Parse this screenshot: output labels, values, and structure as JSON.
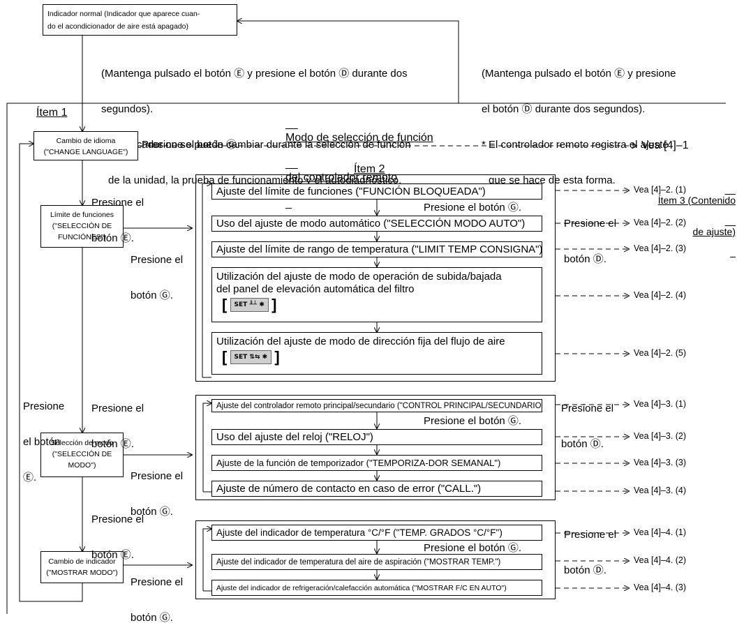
{
  "normal_indicator": {
    "line1": "Indicador normal (Indicador que aparece cuan-",
    "line2": "do el acondicionador de aire está apagado)"
  },
  "note_left": {
    "line1": "(Mantenga pulsado el botón Ⓔ y presione el botón Ⓓ durante dos",
    "line2": "segundos).",
    "line3": "* El indicador no se puede cambiar durante la selección de función",
    "line4": "de la unidad, la prueba de funcionamiento y el autodiagnóstico."
  },
  "note_right": {
    "line1": "(Mantenga pulsado el botón Ⓔ y presione",
    "line2": "el botón Ⓓ durante dos segundos).",
    "line3": "* El controlador remoto registra el ajuste",
    "line4": "que se hace de esta forma."
  },
  "item1_label": "Ítem 1",
  "mode_title": {
    "line1": "Modo de selección de función",
    "line2": "del controlador remoto"
  },
  "item2_label": "Ítem 2",
  "item3_label": {
    "line1": "Ítem 3 (Contenido",
    "line2": "de ajuste)"
  },
  "left_boxes": {
    "language": {
      "line1": "Cambio de idioma",
      "line2": "(\"CHANGE LANGUAGE\")"
    },
    "function_limit": {
      "line1": "Límite de funciones",
      "line2": "(\"SELECCIÓN DE",
      "line3": "FUNCIÓNES\")"
    },
    "mode_select": {
      "line1": "Selección de modo",
      "line2": "(\"SELECCIÓN DE",
      "line3": "MODO\")"
    },
    "indicator_change": {
      "line1": "Cambio de indicador",
      "line2": "(\"MOSTRAR MODO\")"
    }
  },
  "press_labels": {
    "g_top": "Presione el botón Ⓖ.",
    "e1_l1": "Presione el",
    "e1_l2": "botón Ⓔ.",
    "g1_l1": "Presione el",
    "g1_l2": "botón Ⓖ.",
    "e_left_l1": "Presione",
    "e_left_l2": "el botón",
    "e_left_l3": "Ⓔ.",
    "e2_l1": "Presione el",
    "e2_l2": "botón Ⓔ.",
    "g2_l1": "Presione el",
    "g2_l2": "botón Ⓖ.",
    "e3_l1": "Presione el",
    "e3_l2": "botón Ⓔ.",
    "g3_l1": "Presione el",
    "g3_l2": "botón Ⓖ.",
    "g_inner1": "Presione el botón Ⓖ.",
    "g_inner2": "Presione el botón Ⓖ.",
    "g_inner3": "Presione el botón Ⓖ.",
    "d1_l1": "Presione el",
    "d1_l2": "botón Ⓓ.",
    "d2_l1": "Presione el",
    "d2_l2": "botón Ⓓ.",
    "d3_l1": "Presione el",
    "d3_l2": "botón Ⓓ."
  },
  "group1": {
    "items": [
      "Ajuste del límite de funciones (\"FUNCIÓN BLOQUEADA\")",
      "Uso del ajuste de modo automático (\"SELECCIÓN MODO AUTO\")",
      "Ajuste del límite de rango de temperatura (\"LIMIT TEMP CONSIGNA\")",
      "Utilización del ajuste de modo de operación de subida/bajada",
      "del panel de elevación automática del filtro",
      "Utilización del ajuste de modo de dirección fija del flujo de aire"
    ],
    "icon1": "SET ╨┴ ✱",
    "icon2": "SET ⇅⇆ ✱"
  },
  "group2": {
    "items": [
      "Ajuste del controlador remoto principal/secundario (\"CONTROL PRINCIPAL/SECUNDARIO\")",
      "Uso del ajuste del reloj (\"RELOJ\")",
      "Ajuste de la función de temporizador (\"TEMPORIZA-DOR SEMANAL\")",
      "Ajuste de número de contacto en caso de error (\"CALL.\")"
    ]
  },
  "group3": {
    "items": [
      "Ajuste del indicador de temperatura °C/°F (\"TEMP. GRADOS °C/°F\")",
      "Ajuste del indicador de temperatura del aire de aspiración (\"MOSTRAR TEMP.\")",
      "Ajuste del indicador de refrigeración/calefacción automática (\"MOSTRAR F/C EN AUTO\")"
    ]
  },
  "refs": {
    "r41": "Vea [4]–1",
    "r421": "Vea [4]–2. (1)",
    "r422": "Vea [4]–2. (2)",
    "r423": "Vea [4]–2. (3)",
    "r424": "Vea [4]–2. (4)",
    "r425": "Vea [4]–2. (5)",
    "r431": "Vea [4]–3. (1)",
    "r432": "Vea [4]–3. (2)",
    "r433": "Vea [4]–3. (3)",
    "r434": "Vea [4]–3. (4)",
    "r441": "Vea [4]–4. (1)",
    "r442": "Vea [4]–4. (2)",
    "r443": "Vea [4]–4. (3)"
  }
}
